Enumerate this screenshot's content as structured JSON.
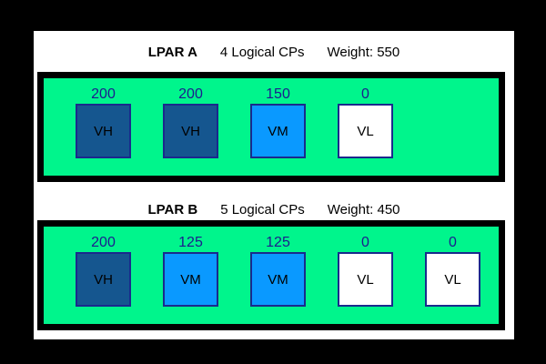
{
  "colors": {
    "background": "#000000",
    "panel": "#ffffff",
    "pool_green": "#00f58c",
    "pool_border": "#000000",
    "vh_fill": "#15568f",
    "vm_fill": "#0a99ff",
    "vl_fill": "#ffffff",
    "cp_border": "#1a2a8c",
    "share_text": "#1c1c8e",
    "label_text": "#000000"
  },
  "lpars": [
    {
      "name": "LPAR A",
      "logical_cps": "4 Logical CPs",
      "weight": "Weight: 550",
      "cps": [
        {
          "share": "200",
          "type": "VH"
        },
        {
          "share": "200",
          "type": "VH"
        },
        {
          "share": "150",
          "type": "VM"
        },
        {
          "share": "0",
          "type": "VL"
        }
      ]
    },
    {
      "name": "LPAR B",
      "logical_cps": "5 Logical CPs",
      "weight": "Weight: 450",
      "cps": [
        {
          "share": "200",
          "type": "VH"
        },
        {
          "share": "125",
          "type": "VM"
        },
        {
          "share": "125",
          "type": "VM"
        },
        {
          "share": "0",
          "type": "VL"
        },
        {
          "share": "0",
          "type": "VL"
        }
      ]
    }
  ]
}
